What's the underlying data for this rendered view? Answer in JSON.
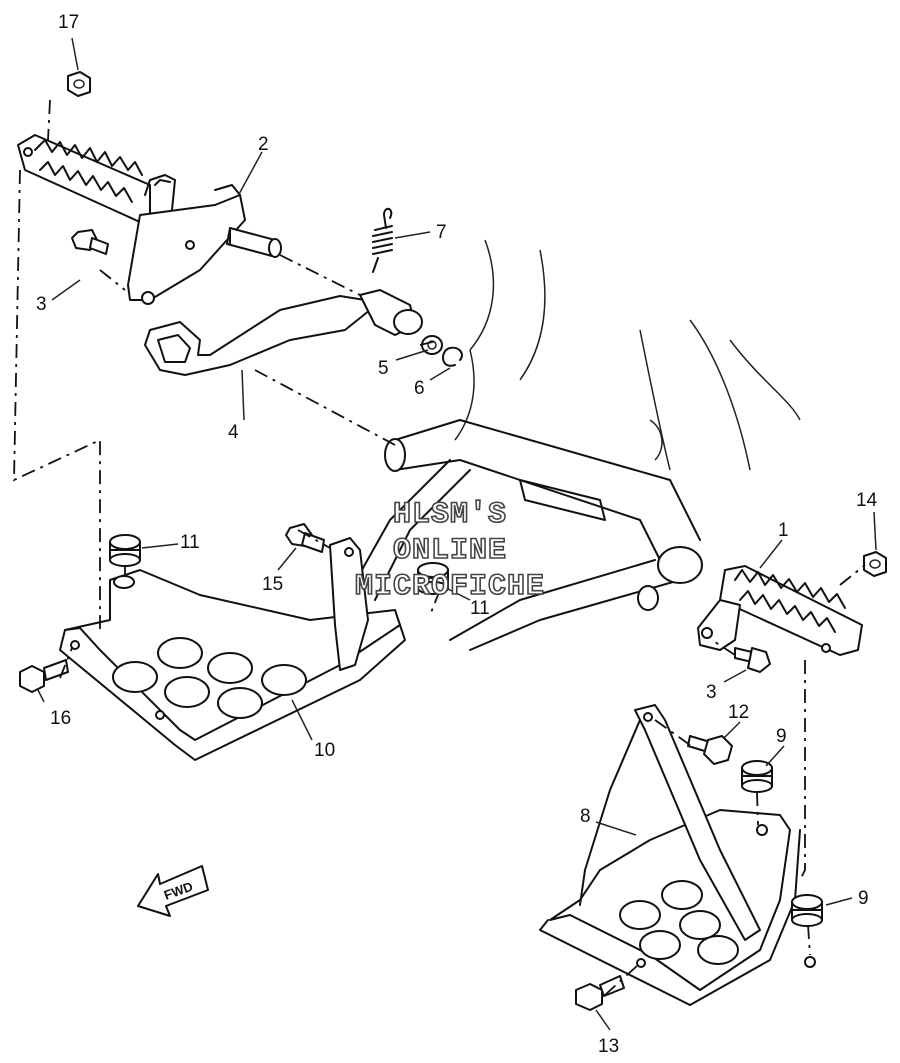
{
  "diagram": {
    "watermark": [
      "HLSM'S",
      "ONLINE",
      "MICROFICHE"
    ],
    "direction_label": "FWD",
    "callouts": [
      {
        "id": "c1",
        "label": "1"
      },
      {
        "id": "c2",
        "label": "2"
      },
      {
        "id": "c3a",
        "label": "3"
      },
      {
        "id": "c3b",
        "label": "3"
      },
      {
        "id": "c4",
        "label": "4"
      },
      {
        "id": "c5",
        "label": "5"
      },
      {
        "id": "c6",
        "label": "6"
      },
      {
        "id": "c7",
        "label": "7"
      },
      {
        "id": "c8",
        "label": "8"
      },
      {
        "id": "c9a",
        "label": "9"
      },
      {
        "id": "c9b",
        "label": "9"
      },
      {
        "id": "c10",
        "label": "10"
      },
      {
        "id": "c11a",
        "label": "11"
      },
      {
        "id": "c11b",
        "label": "11"
      },
      {
        "id": "c12",
        "label": "12"
      },
      {
        "id": "c13",
        "label": "13"
      },
      {
        "id": "c14",
        "label": "14"
      },
      {
        "id": "c15",
        "label": "15"
      },
      {
        "id": "c16",
        "label": "16"
      },
      {
        "id": "c17",
        "label": "17"
      }
    ]
  }
}
